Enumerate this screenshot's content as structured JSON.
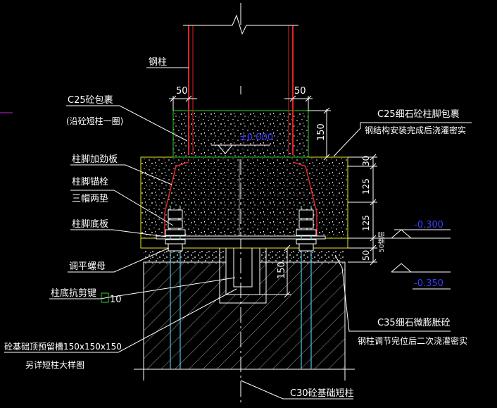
{
  "colors": {
    "background": "#000000",
    "line": "#ffffff",
    "text": "#ffffff",
    "steel": "#e0242a",
    "rebar": "#4ec9e0",
    "green": "#2ed12e",
    "yellow": "#e8e82a",
    "elevation": "#3a3aff",
    "magenta": "#d020d0"
  },
  "labels": {
    "steel_column": "钢柱",
    "c25_wrap_l1": "C25砼包裹",
    "c25_wrap_l2": "(沿砼短柱一圈)",
    "stiffener": "柱脚加劲板",
    "anchor_bolt": "柱脚锚栓",
    "double_nut": "三帽两垫",
    "base_plate": "柱脚底板",
    "leveling_nut": "调平螺母",
    "shear_key": "柱底抗剪键",
    "shear_key_size": "10",
    "pocket_l1": "砼基础顶预留槽150x150x150",
    "pocket_l2": "另详短柱大样图",
    "c25_fine_l1": "C25细石砼柱脚包裹",
    "c25_fine_l2": "钢结构安装完成后浇灌密实",
    "c35_grout_l1": "C35细石微膨胀砼",
    "c35_grout_l2": "钢柱调节完位后二次浇灌密实",
    "c30_pier": "C30砼基础短柱",
    "grout_thk": "50垫层"
  },
  "dimensions": {
    "left_50": "50",
    "right_50": "50",
    "d150_top": "150",
    "d30": "30",
    "d125_a": "125",
    "d125_b": "125",
    "d50": "50",
    "d150_pocket": "150"
  },
  "elevations": {
    "e0": "±0.000",
    "e1": "-0.300",
    "e2": "-0.350"
  }
}
